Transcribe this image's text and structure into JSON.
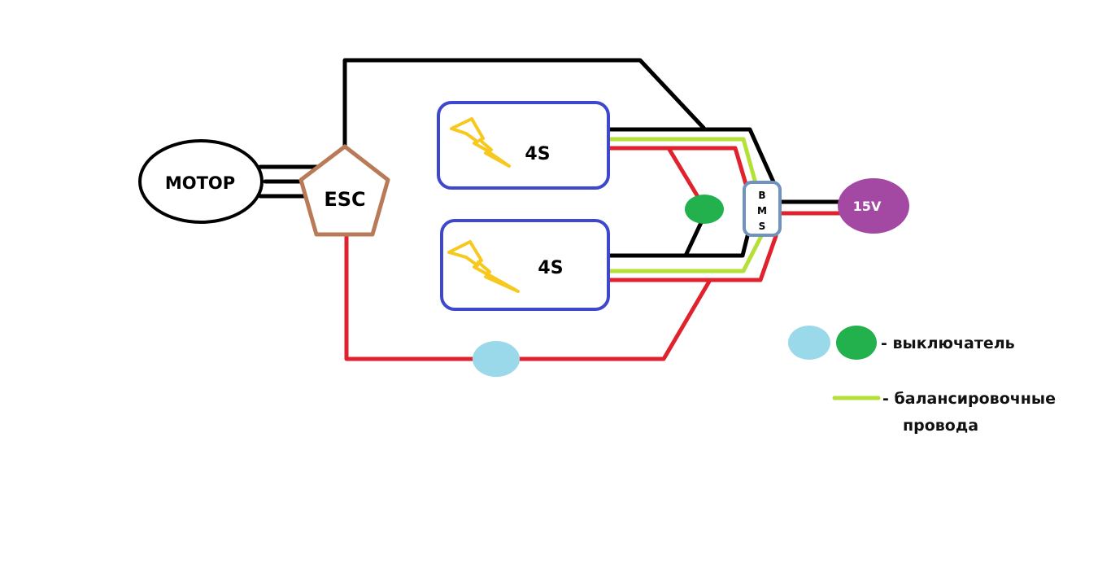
{
  "diagram": {
    "title": "",
    "colors": {
      "background": "#ffffff",
      "wire_negative": "#000000",
      "wire_positive": "#e0222e",
      "wire_balance": "#b5e03a",
      "battery_border": "#3f48cc",
      "lightning": "#f7c81e",
      "esc_border": "#b97a57",
      "bms_border": "#7092be",
      "output_fill": "#a349a4",
      "switch_light_blue": "#99d9ea",
      "switch_green": "#22b14c",
      "motor_border": "#000000"
    },
    "nodes": {
      "motor": {
        "label": "MOTOP",
        "shape": "ellipse"
      },
      "esc": {
        "label": "ESC",
        "shape": "pentagon"
      },
      "battery_top": {
        "label": "4S",
        "icon": "lightning-icon",
        "shape": "rounded-rect"
      },
      "battery_bottom": {
        "label": "4S",
        "icon": "lightning-icon",
        "shape": "rounded-rect"
      },
      "bms": {
        "label_lines": [
          "B",
          "M",
          "S"
        ],
        "shape": "rounded-rect"
      },
      "output": {
        "label": "15V",
        "shape": "ellipse"
      },
      "switch_main": {
        "label": "",
        "color_key": "switch_light_blue",
        "shape": "ellipse"
      },
      "switch_series": {
        "label": "",
        "color_key": "switch_green",
        "shape": "ellipse"
      }
    },
    "edges": [
      {
        "from": "motor",
        "to": "esc",
        "type": "phase",
        "count": 3,
        "color_key": "wire_negative"
      },
      {
        "from": "esc",
        "to": "bms",
        "type": "negative",
        "color_key": "wire_negative"
      },
      {
        "from": "esc",
        "to": "switch_main",
        "type": "positive",
        "color_key": "wire_positive"
      },
      {
        "from": "switch_main",
        "to": "battery_bottom",
        "type": "positive",
        "color_key": "wire_positive"
      },
      {
        "from": "battery_top",
        "to": "bms",
        "type": "negative",
        "color_key": "wire_negative"
      },
      {
        "from": "battery_top",
        "to": "bms",
        "type": "balance",
        "color_key": "wire_balance"
      },
      {
        "from": "battery_top",
        "to": "bms",
        "type": "positive",
        "color_key": "wire_positive"
      },
      {
        "from": "battery_top",
        "to": "switch_series",
        "type": "positive",
        "color_key": "wire_positive"
      },
      {
        "from": "switch_series",
        "to": "battery_bottom",
        "type": "negative",
        "color_key": "wire_negative"
      },
      {
        "from": "battery_bottom",
        "to": "bms",
        "type": "negative",
        "color_key": "wire_negative"
      },
      {
        "from": "battery_bottom",
        "to": "bms",
        "type": "balance",
        "color_key": "wire_balance"
      },
      {
        "from": "battery_bottom",
        "to": "bms",
        "type": "positive",
        "color_key": "wire_positive"
      },
      {
        "from": "bms",
        "to": "output",
        "type": "negative",
        "color_key": "wire_negative"
      },
      {
        "from": "bms",
        "to": "output",
        "type": "positive",
        "color_key": "wire_positive"
      }
    ]
  },
  "legend": {
    "switch_label": "- выключатель",
    "balance_label_line1": "- балансировочные",
    "balance_label_line2": "провода"
  }
}
